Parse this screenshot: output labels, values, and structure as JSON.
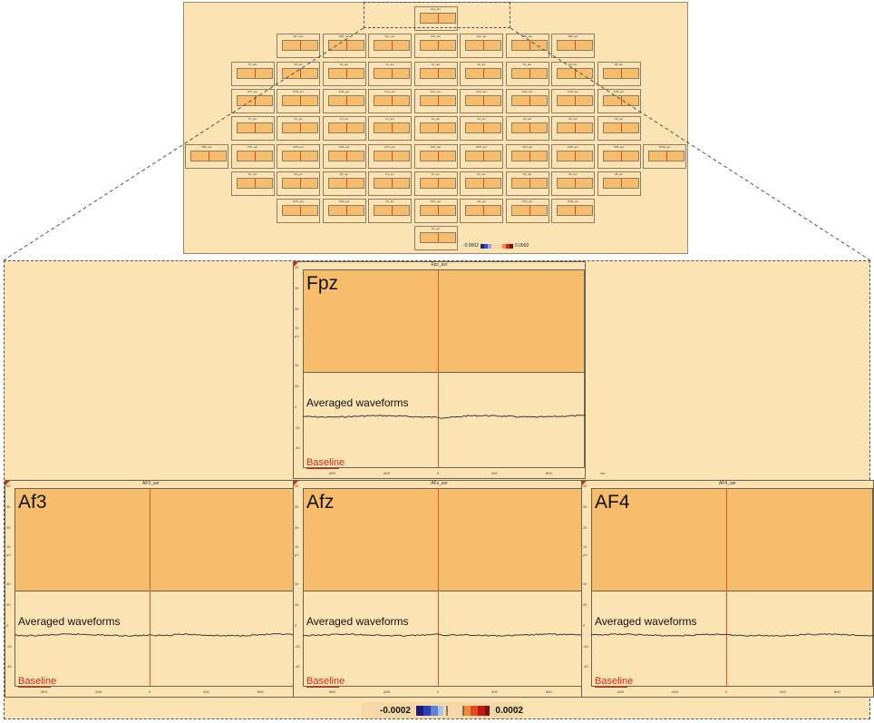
{
  "overview": {
    "tiles": [
      {
        "label": "Fpz_avr",
        "col": 5,
        "row": 0
      },
      {
        "label": "AF7_avr",
        "col": 2,
        "row": 1
      },
      {
        "label": "AF3_avr",
        "col": 3,
        "row": 1
      },
      {
        "label": "Fpz_avr",
        "col": 4,
        "row": 1
      },
      {
        "label": "AFz_avr",
        "col": 5,
        "row": 1
      },
      {
        "label": "Fp2_avr",
        "col": 6,
        "row": 1
      },
      {
        "label": "AF4_avr",
        "col": 7,
        "row": 1
      },
      {
        "label": "AF8_avr",
        "col": 8,
        "row": 1
      },
      {
        "label": "F7_avr",
        "col": 1,
        "row": 2
      },
      {
        "label": "F5_avr",
        "col": 2,
        "row": 2
      },
      {
        "label": "F3_avr",
        "col": 3,
        "row": 2
      },
      {
        "label": "F1_avr",
        "col": 4,
        "row": 2
      },
      {
        "label": "Fz_avr",
        "col": 5,
        "row": 2
      },
      {
        "label": "F2_avr",
        "col": 6,
        "row": 2
      },
      {
        "label": "F4_avr",
        "col": 7,
        "row": 2
      },
      {
        "label": "F6_avr",
        "col": 8,
        "row": 2
      },
      {
        "label": "F8_avr",
        "col": 9,
        "row": 2
      },
      {
        "label": "FT7_avr",
        "col": 1,
        "row": 3
      },
      {
        "label": "FC5_avr",
        "col": 2,
        "row": 3
      },
      {
        "label": "FC3_avr",
        "col": 3,
        "row": 3
      },
      {
        "label": "FC1_avr",
        "col": 4,
        "row": 3
      },
      {
        "label": "FCz_avr",
        "col": 5,
        "row": 3
      },
      {
        "label": "FC2_avr",
        "col": 6,
        "row": 3
      },
      {
        "label": "FC4_avr",
        "col": 7,
        "row": 3
      },
      {
        "label": "FC6_avr",
        "col": 8,
        "row": 3
      },
      {
        "label": "FT8_avr",
        "col": 9,
        "row": 3
      },
      {
        "label": "T7_avr",
        "col": 1,
        "row": 4
      },
      {
        "label": "C5_avr",
        "col": 2,
        "row": 4
      },
      {
        "label": "C3_avr",
        "col": 3,
        "row": 4
      },
      {
        "label": "C1_avr",
        "col": 4,
        "row": 4
      },
      {
        "label": "Cz_avr",
        "col": 5,
        "row": 4
      },
      {
        "label": "C2_avr",
        "col": 6,
        "row": 4
      },
      {
        "label": "C4_avr",
        "col": 7,
        "row": 4
      },
      {
        "label": "C6_avr",
        "col": 8,
        "row": 4
      },
      {
        "label": "T8_avr",
        "col": 9,
        "row": 4
      },
      {
        "label": "TP9_avr",
        "col": 0,
        "row": 5
      },
      {
        "label": "TP7_avr",
        "col": 1,
        "row": 5
      },
      {
        "label": "CP5_avr",
        "col": 2,
        "row": 5
      },
      {
        "label": "CP3_avr",
        "col": 3,
        "row": 5
      },
      {
        "label": "CP1_avr",
        "col": 4,
        "row": 5
      },
      {
        "label": "CPz_avr",
        "col": 5,
        "row": 5
      },
      {
        "label": "CP2_avr",
        "col": 6,
        "row": 5
      },
      {
        "label": "CP4_avr",
        "col": 7,
        "row": 5
      },
      {
        "label": "CP6_avr",
        "col": 8,
        "row": 5
      },
      {
        "label": "TP8_avr",
        "col": 9,
        "row": 5
      },
      {
        "label": "TP10_avr",
        "col": 10,
        "row": 5
      },
      {
        "label": "P7_avr",
        "col": 1,
        "row": 6
      },
      {
        "label": "P5_avr",
        "col": 2,
        "row": 6
      },
      {
        "label": "P3_avr",
        "col": 3,
        "row": 6
      },
      {
        "label": "P1_avr",
        "col": 4,
        "row": 6
      },
      {
        "label": "Pz_avr",
        "col": 5,
        "row": 6
      },
      {
        "label": "P2_avr",
        "col": 6,
        "row": 6
      },
      {
        "label": "P4_avr",
        "col": 7,
        "row": 6
      },
      {
        "label": "P6_avr",
        "col": 8,
        "row": 6
      },
      {
        "label": "P8_avr",
        "col": 9,
        "row": 6
      },
      {
        "label": "PO7_avr",
        "col": 2,
        "row": 7
      },
      {
        "label": "PO3_avr",
        "col": 3,
        "row": 7
      },
      {
        "label": "O1_avr",
        "col": 4,
        "row": 7
      },
      {
        "label": "POz_avr",
        "col": 5,
        "row": 7
      },
      {
        "label": "O2_avr",
        "col": 6,
        "row": 7
      },
      {
        "label": "PO4_avr",
        "col": 7,
        "row": 7
      },
      {
        "label": "PO8_avr",
        "col": 8,
        "row": 7
      },
      {
        "label": "Oz_avr",
        "col": 5,
        "row": 8
      }
    ],
    "scale_min": "-0.0002",
    "scale_max": "0.0002"
  },
  "panels": {
    "fpz": {
      "title": "Fpz_avr",
      "name": "Fpz",
      "avg": "Averaged waveforms",
      "baseline": "Baseline"
    },
    "af3": {
      "title": "AF3_avr",
      "name": "Af3",
      "avg": "Averaged waveforms",
      "baseline": "Baseline"
    },
    "afz": {
      "title": "AFz_avr",
      "name": "Afz",
      "avg": "Averaged waveforms",
      "baseline": "Baseline"
    },
    "af4": {
      "title": "AF4_avr",
      "name": "AF4",
      "avg": "Averaged waveforms",
      "baseline": "Baseline"
    }
  },
  "axis": {
    "y_ticks": [
      "40",
      "30",
      "20",
      "10",
      "µV",
      "40",
      "20",
      "0",
      "-20",
      "-40"
    ],
    "x_ticks": [
      "-800",
      "-400",
      "0",
      "400",
      "800",
      "ms"
    ]
  },
  "scale": {
    "min": "-0.0002",
    "max": "0.0002"
  },
  "colors": {
    "background": "#fbe3b3",
    "plot_fill": "#f6bd6c",
    "marker_line": "#e05330",
    "baseline_text": "#d22a1a"
  }
}
